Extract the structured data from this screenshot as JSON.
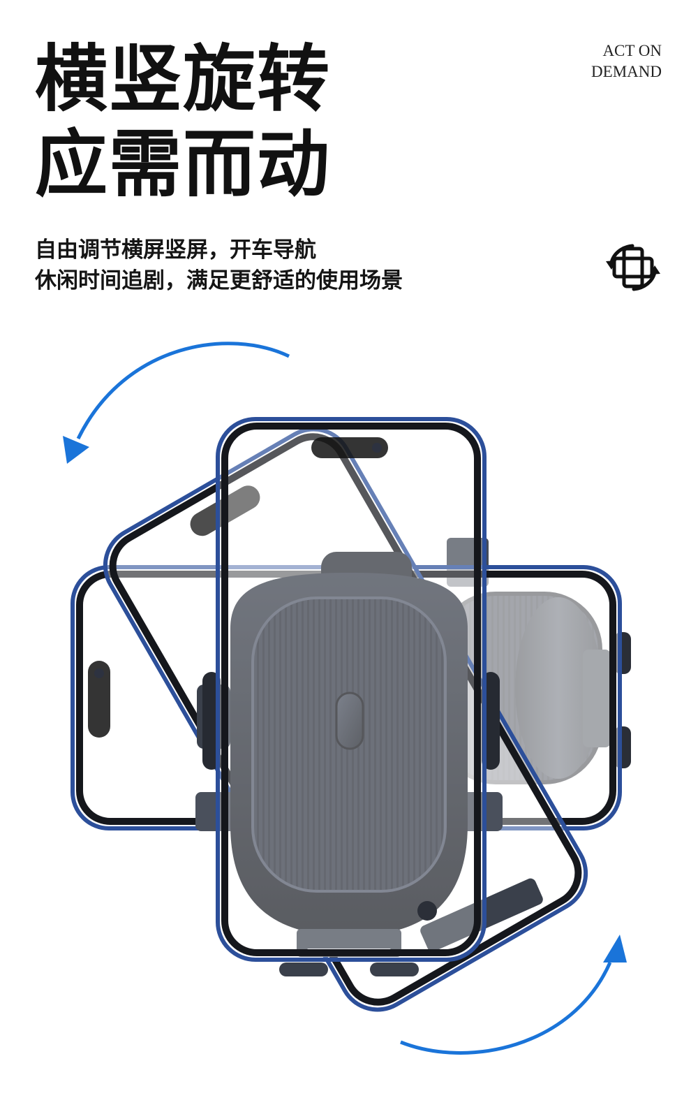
{
  "headline": {
    "line1": "横竖旋转",
    "line2": "应需而动"
  },
  "tagline": {
    "line1": "ACT ON",
    "line2": "DEMAND"
  },
  "description": {
    "line1": "自由调节横屏竖屏，开车导航",
    "line2": "休闲时间追剧，满足更舒适的使用场景"
  },
  "icons": {
    "rotate": "rotate-360-icon",
    "arrow_ccw": "rotation-arrow-icon",
    "arrow_cw": "rotation-arrow-icon"
  },
  "colors": {
    "accent_blue": "#1a74d9",
    "phone_frame": "#2c4f9a",
    "mount_dark": "#2a2f3a",
    "text": "#111111"
  }
}
